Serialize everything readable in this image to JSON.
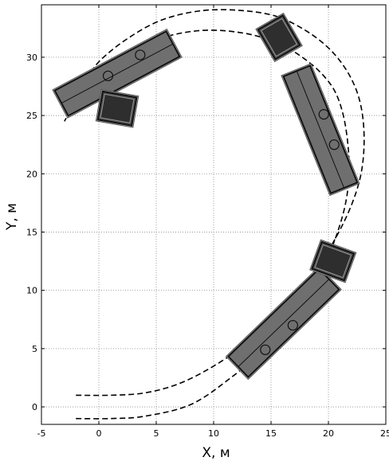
{
  "chart_data": {
    "type": "line",
    "xlabel": "X, м",
    "ylabel": "Y, м",
    "xlim": [
      -5,
      25
    ],
    "ylim": [
      -1.5,
      34.5
    ],
    "xticks": [
      -5,
      0,
      5,
      10,
      15,
      20,
      25
    ],
    "yticks": [
      0,
      5,
      10,
      15,
      20,
      25,
      30
    ],
    "grid": true,
    "series": [
      {
        "style": "dashed",
        "x": [
          -2.0,
          1.0,
          4.0,
          8.0,
          11.5,
          14.5,
          16.8,
          18.5,
          19.8,
          20.8,
          21.5,
          21.8,
          21.7,
          21.3,
          20.6,
          19.5,
          18.0,
          16.0,
          13.0,
          9.0,
          5.0,
          1.5,
          -1.5,
          -3.0
        ],
        "y": [
          -1.0,
          -1.0,
          -0.8,
          0.2,
          2.5,
          5.0,
          7.5,
          10.0,
          12.5,
          15.0,
          17.5,
          20.0,
          22.5,
          25.0,
          27.0,
          28.5,
          29.8,
          31.0,
          32.0,
          32.3,
          31.5,
          29.7,
          27.0,
          24.5
        ]
      },
      {
        "style": "dashed",
        "x": [
          -2.0,
          1.0,
          4.0,
          7.0,
          10.0,
          13.0,
          15.5,
          17.5,
          19.3,
          20.8,
          22.0,
          22.8,
          23.1,
          23.0,
          22.5,
          21.5,
          20.0,
          18.0,
          15.5,
          12.5,
          9.0,
          5.5,
          2.5,
          0.0,
          -1.5,
          -2.3
        ],
        "y": [
          1.0,
          1.0,
          1.2,
          2.0,
          3.5,
          5.5,
          7.5,
          9.8,
          12.3,
          14.8,
          17.3,
          19.8,
          22.3,
          24.8,
          27.0,
          29.0,
          30.8,
          32.3,
          33.5,
          34.0,
          34.0,
          33.2,
          31.6,
          29.6,
          27.5,
          26.0
        ]
      }
    ],
    "vehicles": [
      {
        "name": "semitrailer-1",
        "length": 11.0,
        "width": 2.5,
        "cx": 1.6,
        "cy": 28.6,
        "angle_deg": 28,
        "wheels": [
          [
            0.8,
            28.4
          ],
          [
            3.6,
            30.2
          ]
        ]
      },
      {
        "name": "semitrailer-2",
        "length": 11.0,
        "width": 2.5,
        "cx": 19.3,
        "cy": 23.8,
        "angle_deg": -68,
        "wheels": [
          [
            19.6,
            25.1
          ],
          [
            20.5,
            22.5
          ]
        ]
      },
      {
        "name": "semitrailer-3",
        "length": 11.0,
        "width": 2.5,
        "cx": 16.1,
        "cy": 7.2,
        "angle_deg": 44,
        "wheels": [
          [
            14.5,
            4.9
          ],
          [
            16.9,
            7.0
          ]
        ]
      },
      {
        "name": "tractor-1",
        "length": 3.0,
        "width": 2.5,
        "cx": 1.6,
        "cy": 25.6,
        "angle_deg": -10
      },
      {
        "name": "tractor-2",
        "length": 3.0,
        "width": 2.5,
        "cx": 15.7,
        "cy": 31.7,
        "angle_deg": -60
      },
      {
        "name": "tractor-3",
        "length": 3.0,
        "width": 2.5,
        "cx": 20.4,
        "cy": 12.5,
        "angle_deg": -20
      }
    ]
  }
}
